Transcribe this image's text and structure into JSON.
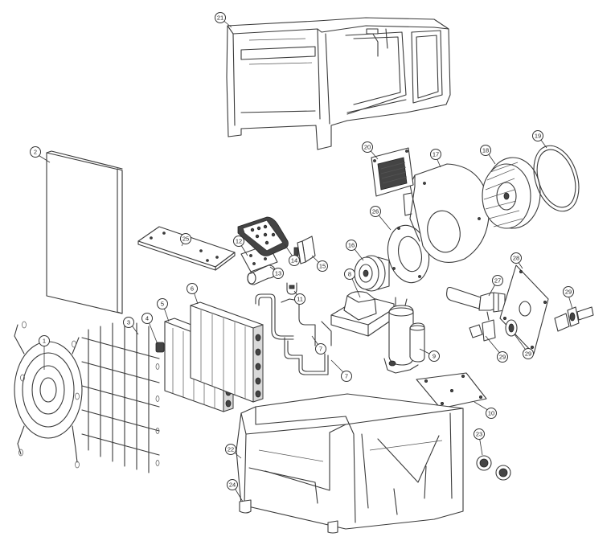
{
  "diagram": {
    "labels": {
      "p1": "1",
      "p2": "2",
      "p3": "3",
      "p4": "4",
      "p5": "5",
      "p6": "6",
      "p7a": "7",
      "p7b": "7",
      "p8": "8",
      "p9": "9",
      "p10": "10",
      "p11": "11",
      "p12": "12",
      "p13": "13",
      "p14": "14",
      "p15": "15",
      "p16": "16",
      "p17": "17",
      "p18": "18",
      "p19": "19",
      "p20": "20",
      "p21": "21",
      "p22": "22",
      "p23": "23",
      "p24": "24",
      "p25": "25",
      "p26": "26",
      "p27": "27",
      "p28": "28",
      "p29a": "29",
      "p29b": "29",
      "p29c": "29"
    }
  }
}
